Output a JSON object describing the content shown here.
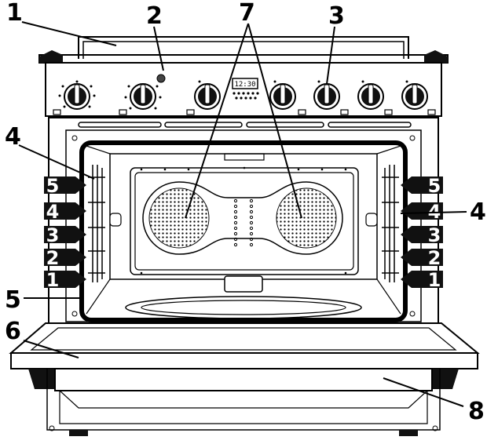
{
  "callouts": [
    {
      "id": "c1",
      "label": "1"
    },
    {
      "id": "c2",
      "label": "2"
    },
    {
      "id": "c3",
      "label": "3"
    },
    {
      "id": "c4a",
      "label": "4"
    },
    {
      "id": "c4b",
      "label": "4"
    },
    {
      "id": "c5",
      "label": "5"
    },
    {
      "id": "c6",
      "label": "6"
    },
    {
      "id": "c7",
      "label": "7"
    },
    {
      "id": "c8",
      "label": "8"
    }
  ],
  "clock": {
    "display": "12:30"
  },
  "rack_levels": [
    "5",
    "4",
    "3",
    "2",
    "1"
  ],
  "colors": {
    "outline": "#000000",
    "tab": "#111111",
    "background": "#ffffff"
  },
  "icons": [
    "control-knob-icon",
    "indicator-light-icon",
    "fan-cover-icon",
    "rack-level-tab-icon"
  ]
}
